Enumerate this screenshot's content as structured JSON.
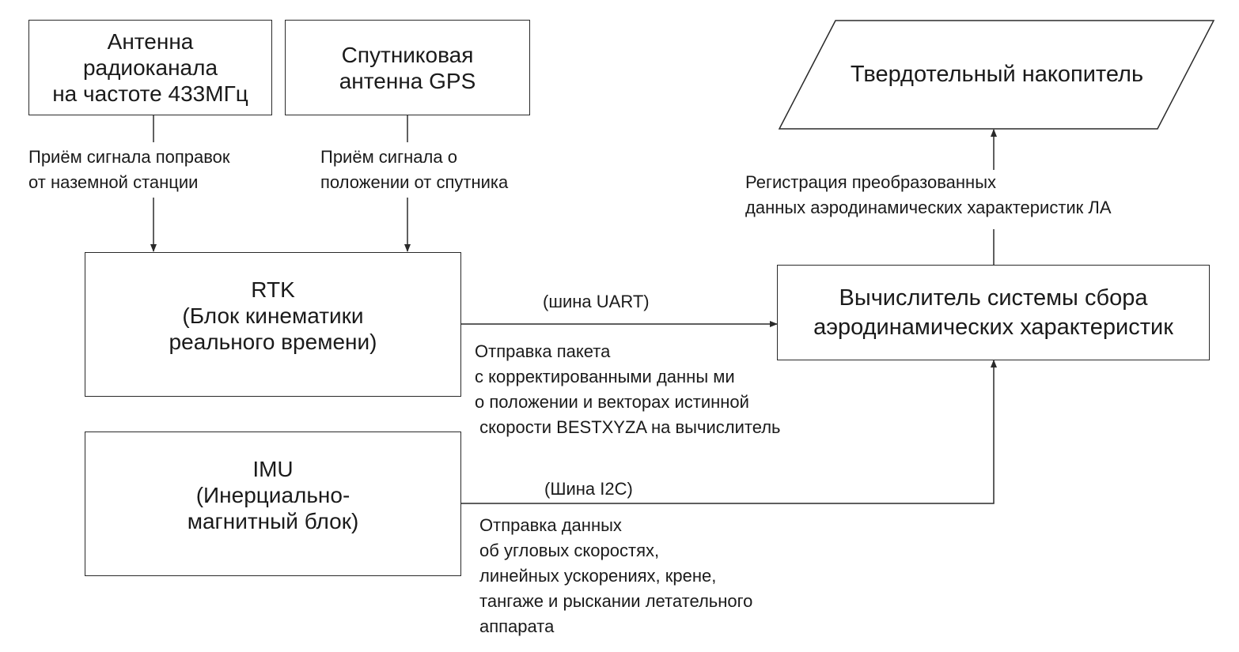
{
  "blocks": {
    "antenna_radio": [
      "Антенна",
      "радиоканала",
      "на частоте 433МГц"
    ],
    "gps_antenna": [
      "Спутниковая",
      "антенна GPS"
    ],
    "ssd": "Твердотельный накопитель",
    "rtk": [
      "RTK",
      "(Блок кинематики",
      "реального времени)"
    ],
    "computer": [
      "Вычислитель системы сбора",
      "аэродинамических характеристик"
    ],
    "imu": [
      "IMU",
      "(Инерциально-",
      "магнитный блок)"
    ]
  },
  "labels": {
    "radio_receive": [
      "Приём сигнала поправок",
      "от наземной станции"
    ],
    "gps_receive": [
      "Приём сигнала о",
      "положении от спутника"
    ],
    "registration": [
      "Регистрация преобразованных",
      "данных аэродинамических характеристик ЛА"
    ],
    "uart_bus": "(шина UART)",
    "rtk_send": [
      "Отправка пакета",
      "с корректированными данны ми",
      "о положении и векторах истинной",
      " скорости BESTXYZA на вычислитель"
    ],
    "i2c_bus": "(Шина I2C)",
    "imu_send": [
      "Отправка данных",
      "об угловых скоростях,",
      "линейных ускорениях, крене,",
      "тангаже и рыскании летательного",
      "аппарата"
    ]
  },
  "colors": {
    "stroke": "#2a2a2a",
    "text": "#1a1a1a",
    "background": "#ffffff"
  }
}
